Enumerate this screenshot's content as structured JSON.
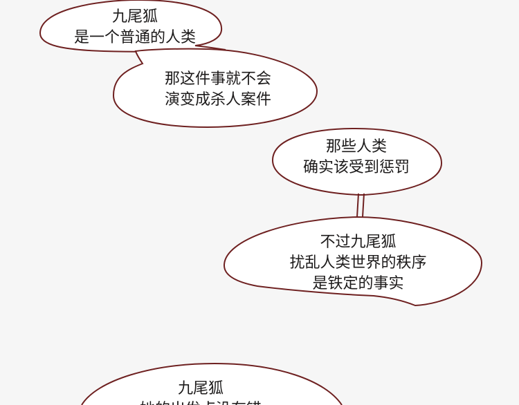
{
  "colors": {
    "background": "#f6f6f6",
    "bubble_outline": "#6e2020",
    "bubble_fill": "#ffffff",
    "text": "#1c1a1a"
  },
  "bubbles": [
    {
      "lines": [
        "九尾狐",
        "是一个普通的人类"
      ]
    },
    {
      "lines": [
        "那这件事就不会",
        "演变成杀人案件"
      ]
    },
    {
      "lines": [
        "那些人类",
        "确实该受到惩罚"
      ]
    },
    {
      "lines": [
        "不过九尾狐",
        "扰乱人类世界的秩序",
        "是铁定的事实"
      ]
    },
    {
      "lines": [
        "九尾狐",
        "她的出发点没有错"
      ]
    }
  ]
}
